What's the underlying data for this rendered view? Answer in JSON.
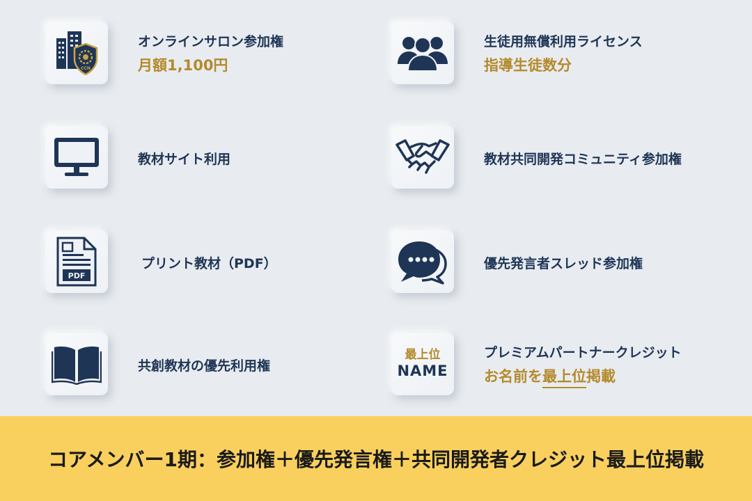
{
  "colors": {
    "navy": "#1f3556",
    "gold": "#b48a2c",
    "banner": "#f9d05e",
    "background": "#e8ecf0"
  },
  "left_items": [
    {
      "icon": "building-shield-icon",
      "badge_text": "CCN",
      "title": "オンラインサロン参加権",
      "sub": "月額1,100円"
    },
    {
      "icon": "monitor-icon",
      "title": "教材サイト利用"
    },
    {
      "icon": "pdf-document-icon",
      "badge_text": "PDF",
      "title": "プリント教材（PDF）"
    },
    {
      "icon": "open-book-icon",
      "title": "共創教材の優先利用権"
    }
  ],
  "right_items": [
    {
      "icon": "users-group-icon",
      "title": "生徒用無償利用ライセンス",
      "sub": "指導生徒数分"
    },
    {
      "icon": "handshake-icon",
      "title": "教材共同開発コミュニティ参加権"
    },
    {
      "icon": "speech-bubbles-icon",
      "title": "優先発言者スレッド参加権"
    },
    {
      "icon": "name-badge",
      "badge_top": "最上位",
      "badge_bottom": "NAME",
      "title": "プレミアムパートナークレジット",
      "sub_prefix": "お名前を",
      "sub_underlined": "最上位",
      "sub_suffix": "掲載"
    }
  ],
  "banner": {
    "text": "コアメンバー1期：参加権＋優先発言権＋共同開発者クレジット最上位掲載"
  }
}
